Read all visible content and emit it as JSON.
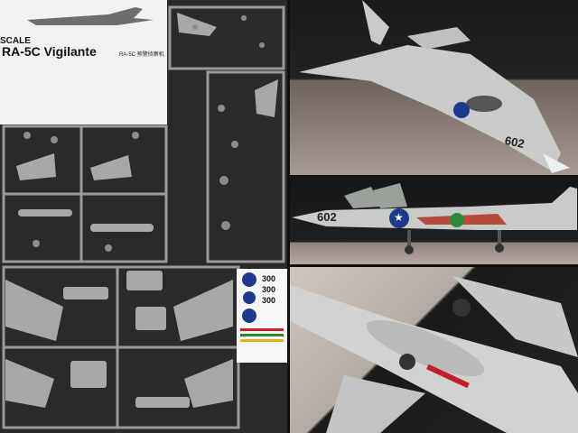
{
  "instruction_sheet": {
    "scale_label": "SCALE",
    "title": "RA-5C Vigilante",
    "subtitle": "RA-5C 预警侦察机"
  },
  "decal_sheet": {
    "numbers": [
      "300",
      "300",
      "300"
    ]
  },
  "model": {
    "tail_number": "602"
  },
  "colors": {
    "sprue_grey": "#9a9a98",
    "aircraft_grey": "#c9cbc8",
    "insignia_blue": "#1e3a8a",
    "insignia_red": "#c21f2b"
  }
}
